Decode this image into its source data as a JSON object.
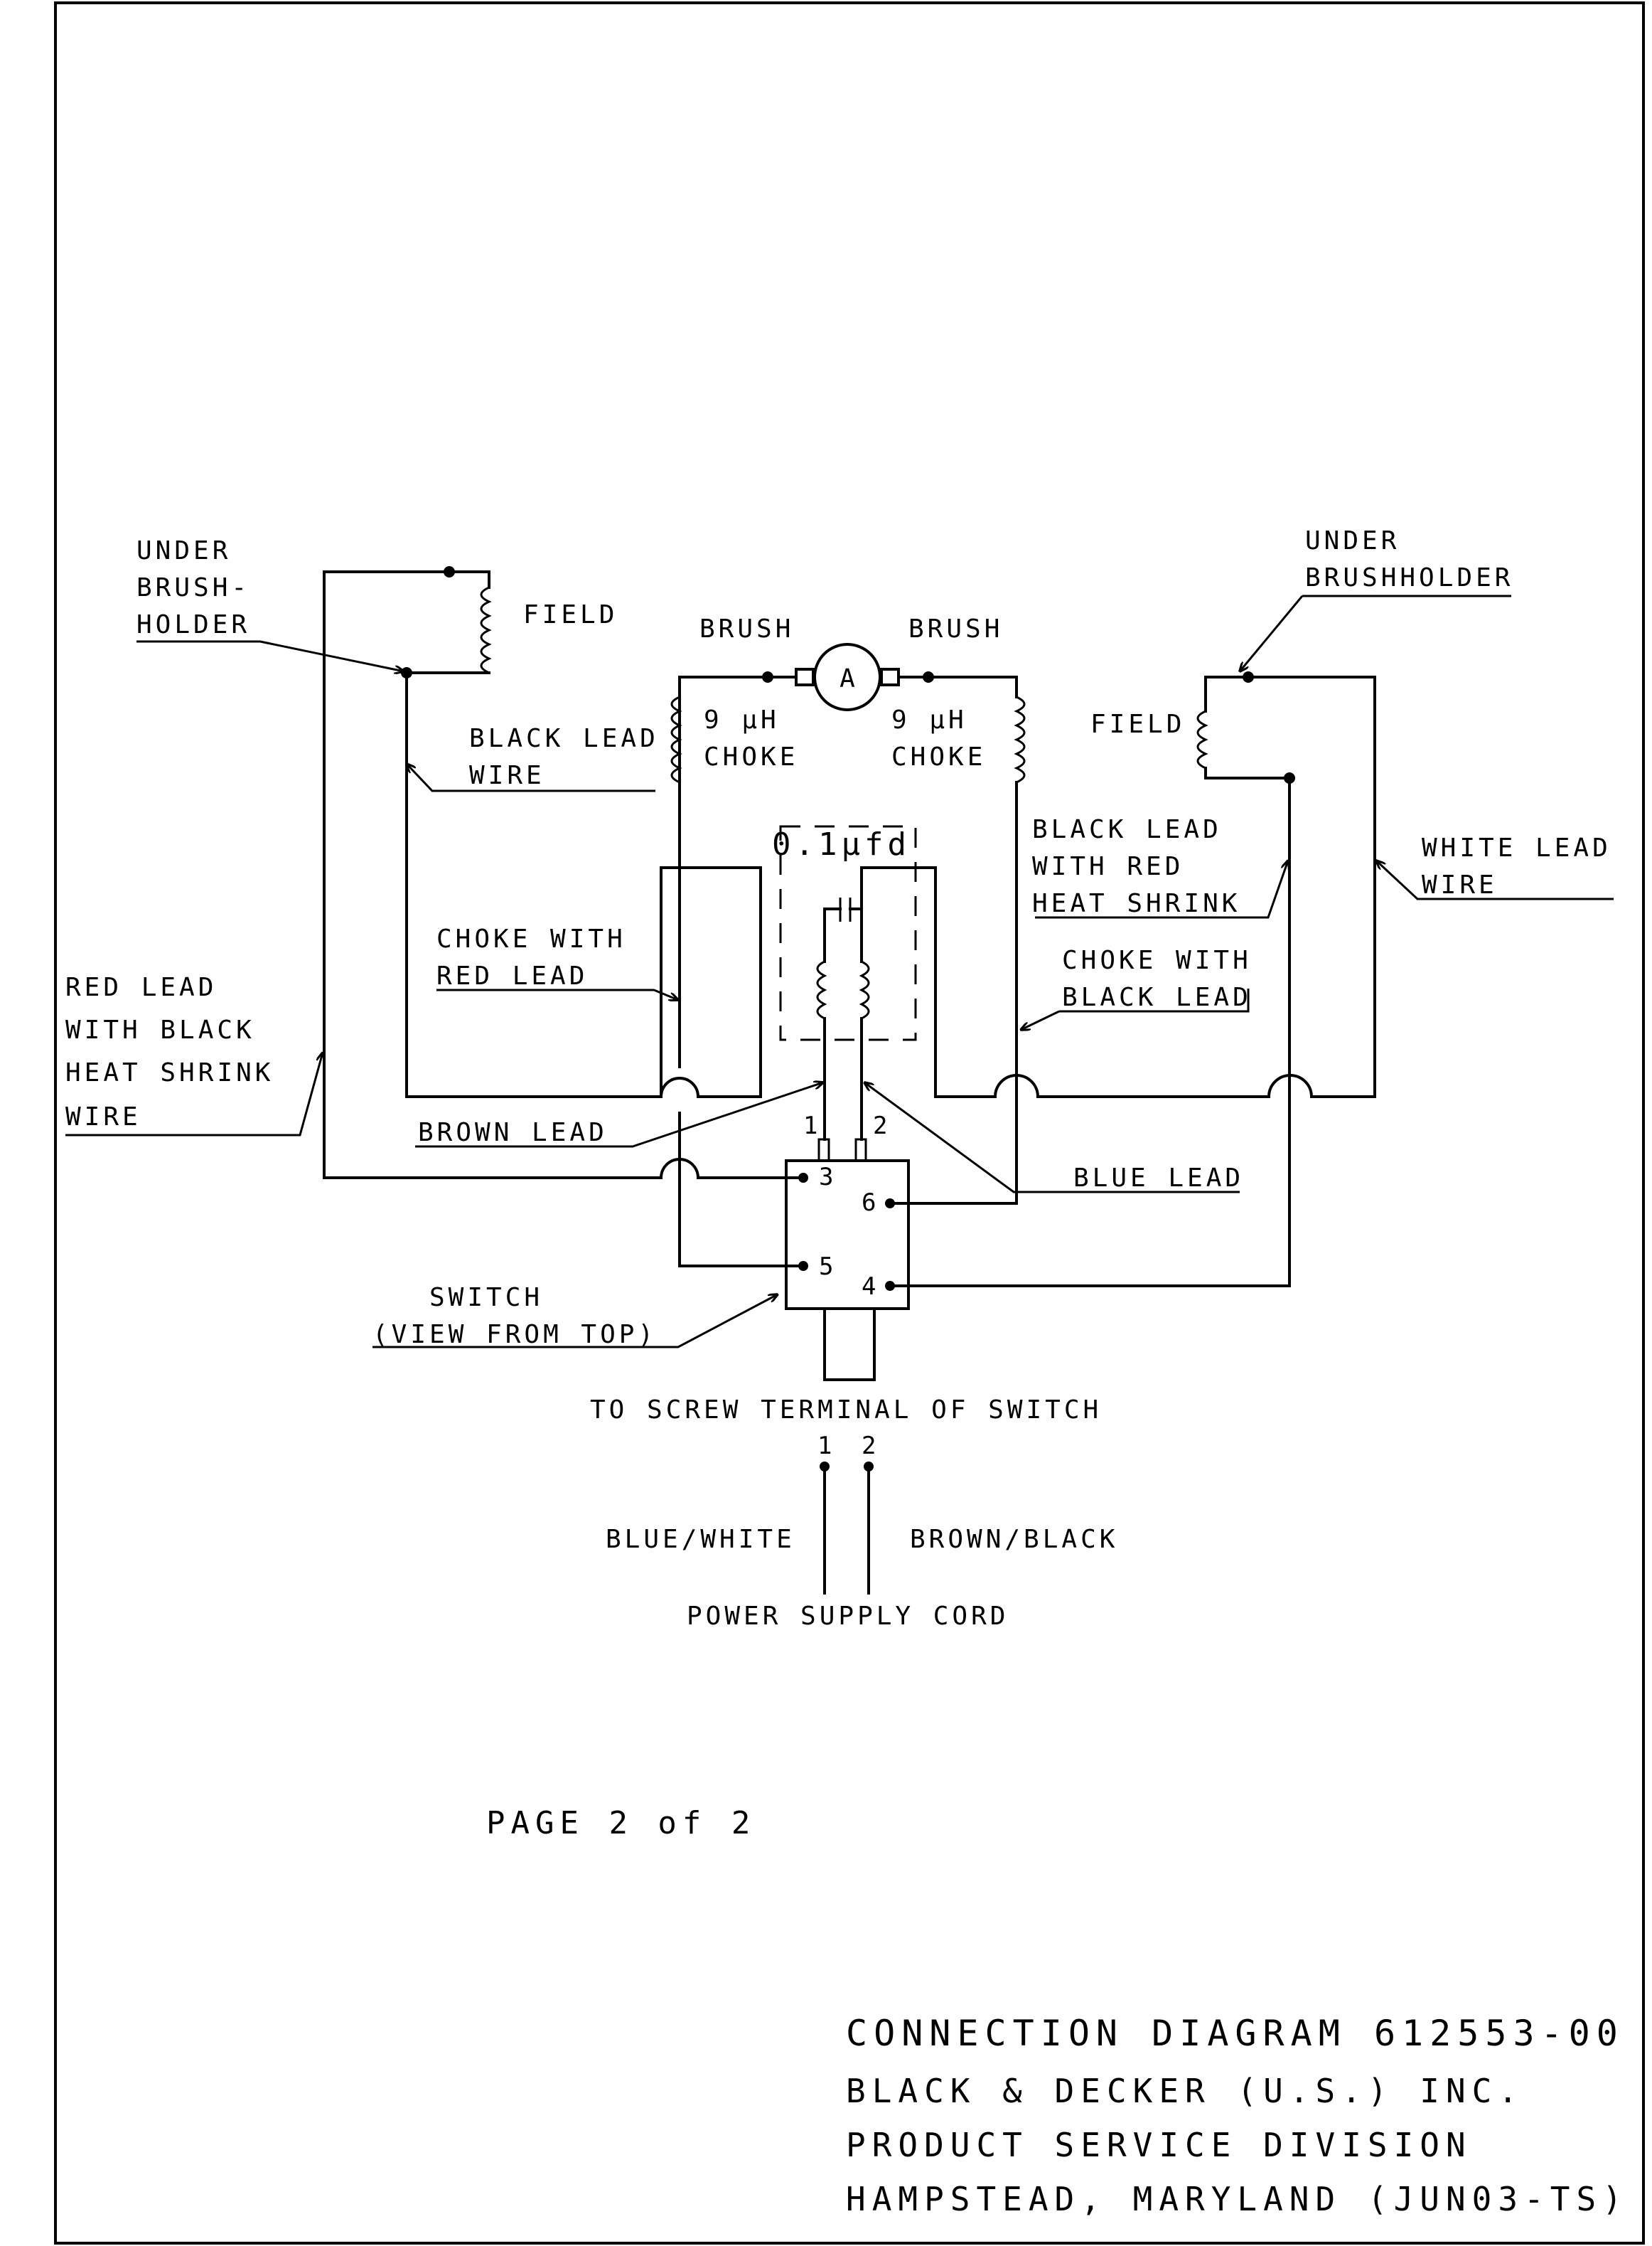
{
  "left": {
    "under_brushholder": [
      "UNDER",
      "BRUSH-",
      "HOLDER"
    ],
    "field": "FIELD",
    "black_lead_wire": [
      "BLACK LEAD",
      "WIRE"
    ],
    "choke_with_red_lead": [
      "CHOKE WITH",
      "RED LEAD"
    ],
    "red_lead_wire": [
      "RED LEAD",
      "WITH BLACK",
      "HEAT SHRINK",
      "WIRE"
    ],
    "brown_lead": "BROWN LEAD"
  },
  "center": {
    "brush_left": "BRUSH",
    "brush_right": "BRUSH",
    "armature": "A",
    "choke_left": [
      "9 µH",
      "CHOKE"
    ],
    "choke_right": [
      "9 µH",
      "CHOKE"
    ],
    "capacitor": "0.1µfd",
    "terminal_1": "1",
    "terminal_2": "2"
  },
  "right": {
    "under_brushholder": [
      "UNDER",
      "BRUSHHOLDER"
    ],
    "field": "FIELD",
    "black_lead_red_heat_shrink": [
      "BLACK LEAD",
      "WITH RED",
      "HEAT SHRINK"
    ],
    "white_lead_wire": [
      "WHITE LEAD",
      "WIRE"
    ],
    "choke_with_black_lead": [
      "CHOKE WITH",
      "BLACK LEAD"
    ],
    "blue_lead": "BLUE LEAD"
  },
  "switch": {
    "label": [
      "SWITCH",
      "(VIEW FROM TOP)"
    ],
    "terminals": [
      "3",
      "6",
      "5",
      "4"
    ]
  },
  "power": {
    "screw_terminal": "TO SCREW TERMINAL OF SWITCH",
    "pin_1": "1",
    "pin_2": "2",
    "blue_white": "BLUE/WHITE",
    "brown_black": "BROWN/BLACK",
    "cord": "POWER SUPPLY CORD"
  },
  "page": "PAGE 2 of 2",
  "title_block": {
    "title": "CONNECTION DIAGRAM 612553-00",
    "company": "BLACK & DECKER (U.S.) INC.",
    "division": "PRODUCT SERVICE DIVISION",
    "location": "HAMPSTEAD, MARYLAND (JUN03-TS)"
  }
}
